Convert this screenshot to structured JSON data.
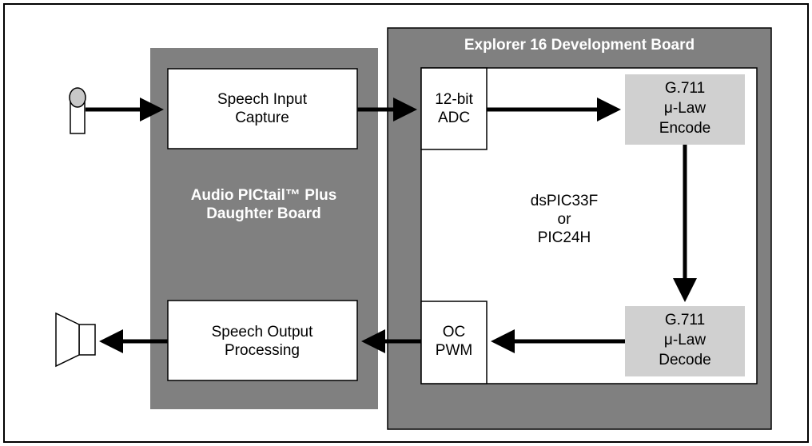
{
  "boards": {
    "explorer": {
      "title": "Explorer 16 Development Board"
    },
    "pictail": {
      "title_line1": "Audio PICtail™ Plus",
      "title_line2": "Daughter Board"
    }
  },
  "blocks": {
    "speech_input": {
      "line1": "Speech Input",
      "line2": "Capture"
    },
    "speech_output": {
      "line1": "Speech Output",
      "line2": "Processing"
    },
    "adc": {
      "line1": "12-bit",
      "line2": "ADC"
    },
    "oc_pwm": {
      "line1": "OC",
      "line2": "PWM"
    },
    "encode": {
      "line1": "G.711",
      "line2": "μ-Law",
      "line3": "Encode"
    },
    "decode": {
      "line1": "G.711",
      "line2": "μ-Law",
      "line3": "Decode"
    },
    "mcu": {
      "line1": "dsPIC33F",
      "line2": "or",
      "line3": "PIC24H"
    }
  },
  "icons": {
    "microphone": "microphone-icon",
    "speaker": "speaker-icon"
  },
  "colors": {
    "board_gray": "#808080",
    "codec_gray": "#d0d0d0"
  }
}
